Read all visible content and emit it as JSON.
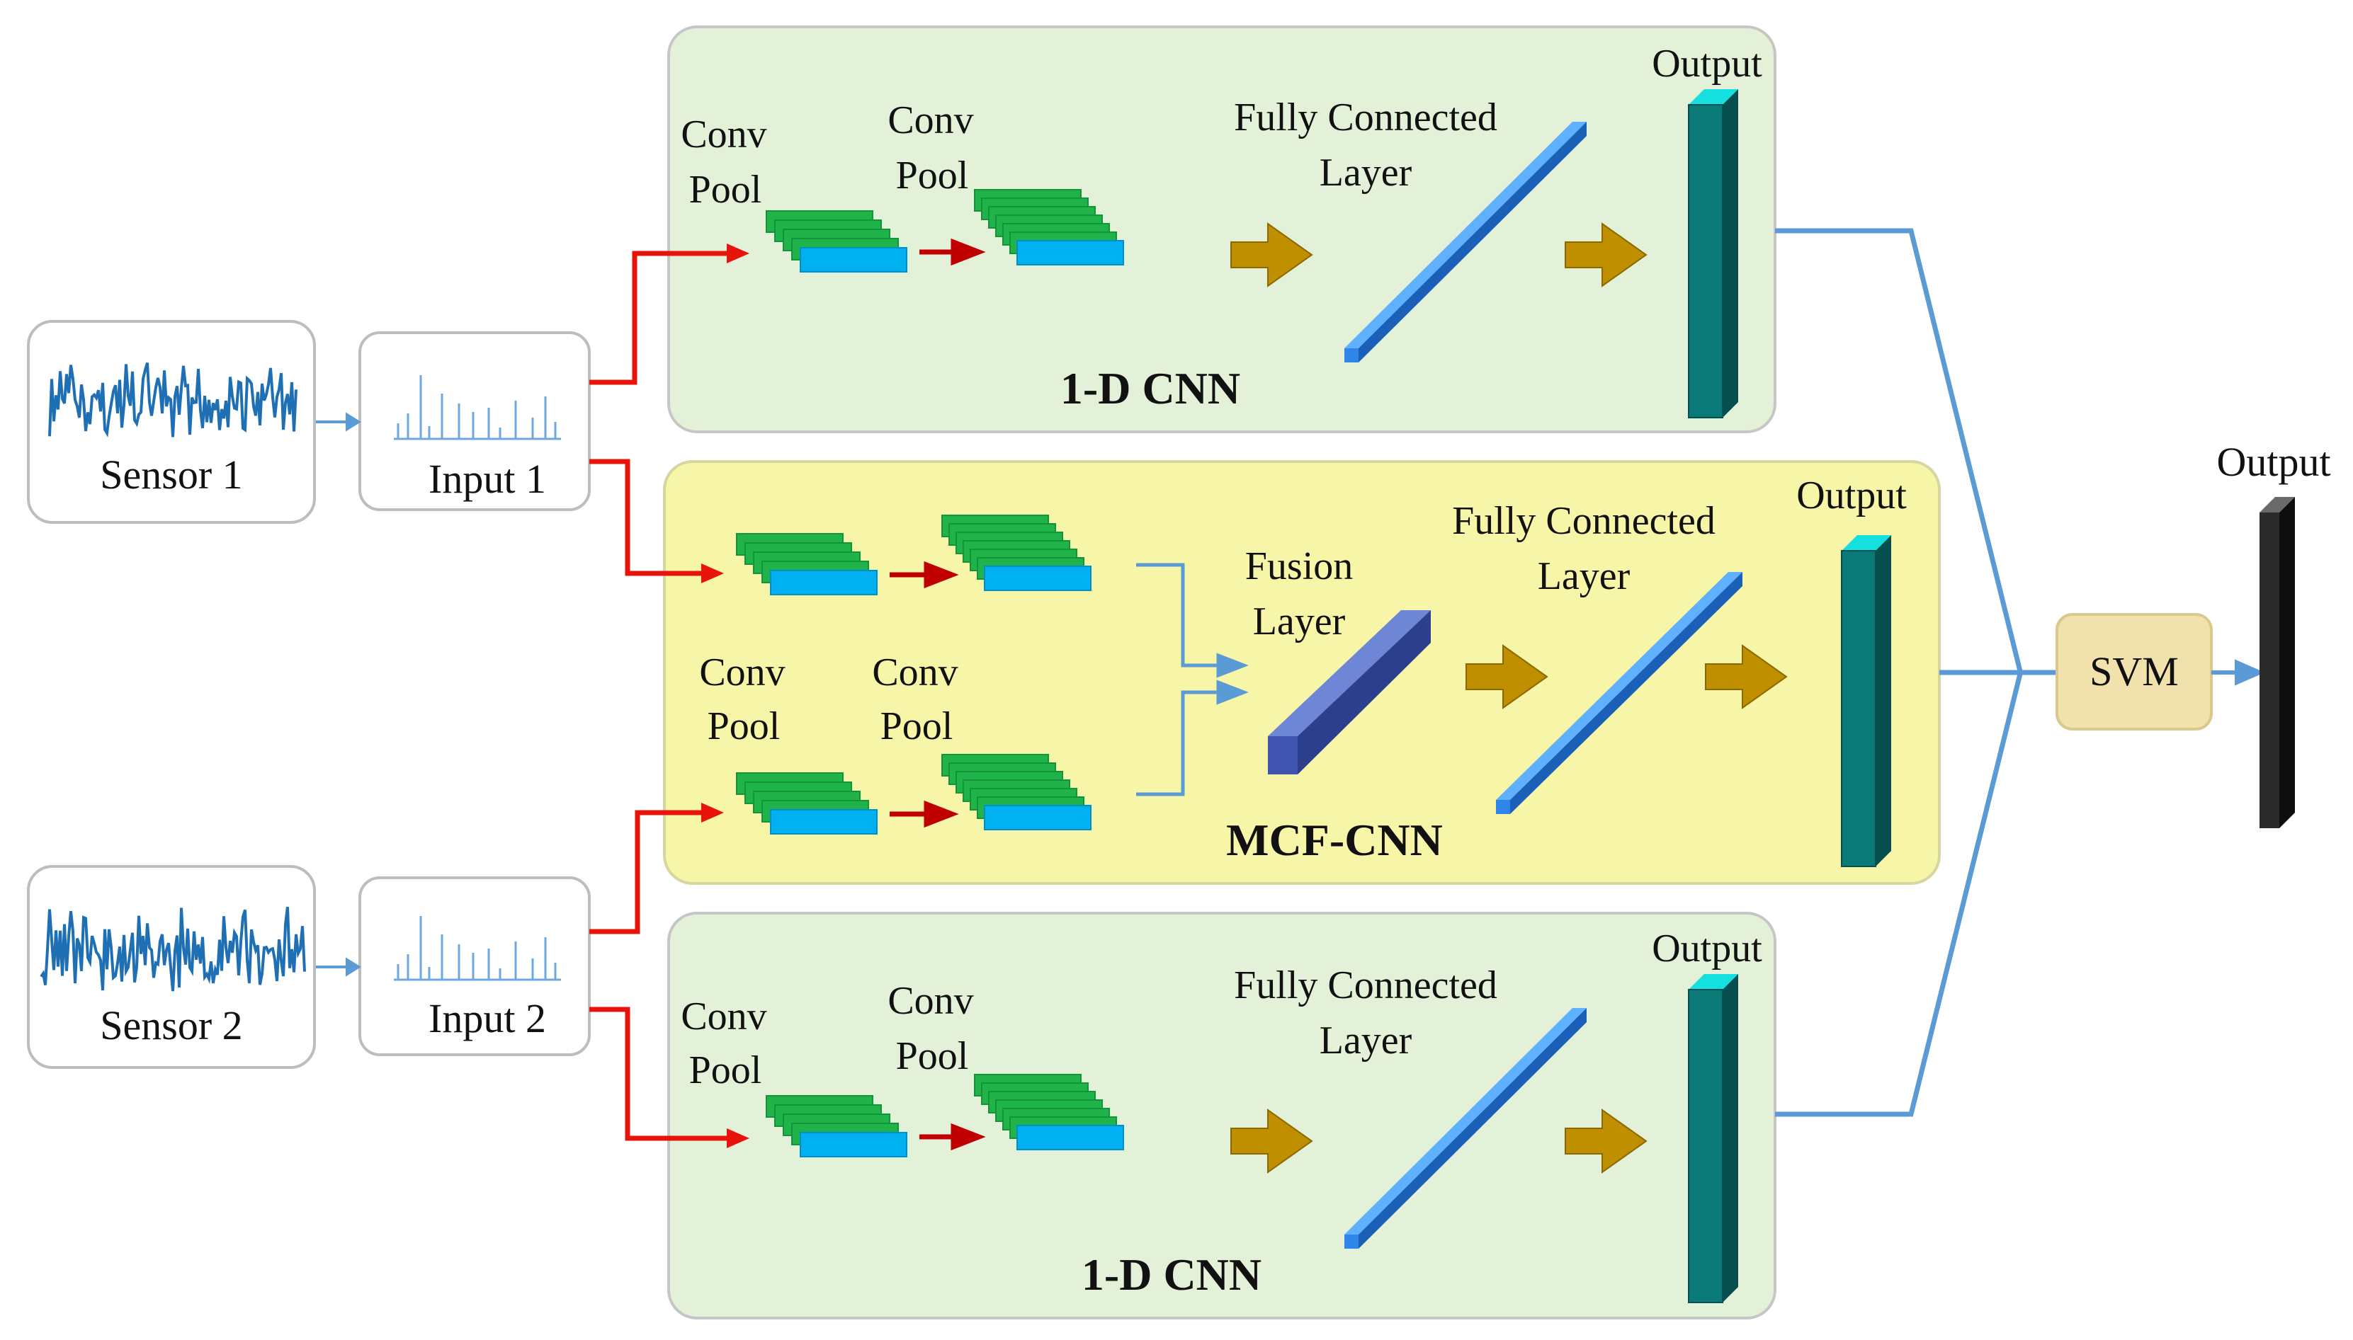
{
  "sensors": [
    {
      "label": "Sensor 1"
    },
    {
      "label": "Sensor 2"
    }
  ],
  "inputs": [
    {
      "label": "Input 1"
    },
    {
      "label": "Input 2"
    }
  ],
  "cnn_top": {
    "title": "1-D CNN",
    "conv1": [
      "Conv",
      "Pool"
    ],
    "conv2": [
      "Conv",
      "Pool"
    ],
    "fc": [
      "Fully Connected",
      "Layer"
    ],
    "output": "Output"
  },
  "mcf": {
    "title": "MCF-CNN",
    "conv1": [
      "Conv",
      "Pool"
    ],
    "conv2": [
      "Conv",
      "Pool"
    ],
    "fusion": [
      "Fusion",
      "Layer"
    ],
    "fc": [
      "Fully Connected",
      "Layer"
    ],
    "output": "Output"
  },
  "cnn_bottom": {
    "title": "1-D CNN",
    "conv1": [
      "Conv",
      "Pool"
    ],
    "conv2": [
      "Conv",
      "Pool"
    ],
    "fc": [
      "Fully Connected",
      "Layer"
    ],
    "output": "Output"
  },
  "svm": {
    "label": "SVM"
  },
  "final_output": {
    "label": "Output"
  },
  "colors": {
    "cnn_panel": "#e3f1d9",
    "mcf_panel": "#f7f5a8",
    "svm_box": "#f1e2ad",
    "red_arrow": "#e8140c",
    "blue_line": "#5b9bd5",
    "gold_arrow": "#c08f00",
    "teal_output": "#0a7a78",
    "fc_blue": "#2e86e8",
    "fusion_blue": "#3f55b0",
    "final_dark": "#222222"
  }
}
